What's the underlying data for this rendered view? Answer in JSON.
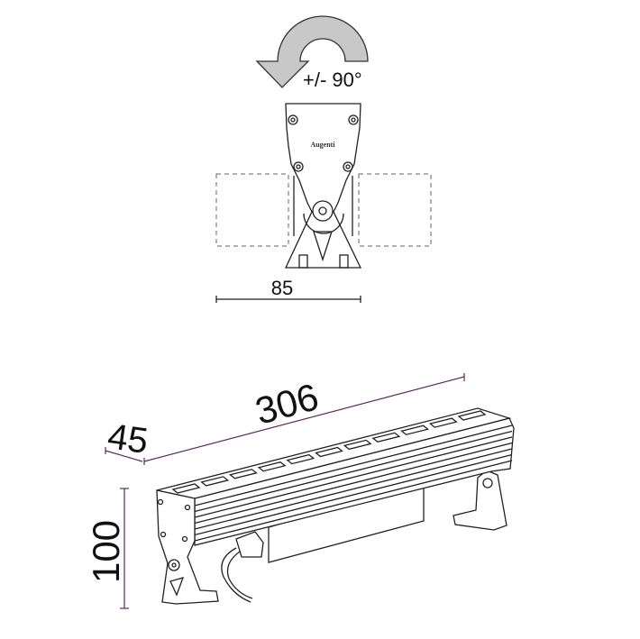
{
  "drawing": {
    "rotation_label": "+/- 90°",
    "front_width_label": "85",
    "length_label": "306",
    "depth_label": "45",
    "height_label": "100",
    "brand_logo": "Augenti",
    "led_count": 11
  },
  "colors": {
    "dimension_line": "#5a2d5a",
    "arrow_fill": "#c8c8c8",
    "outline": "#222222"
  }
}
